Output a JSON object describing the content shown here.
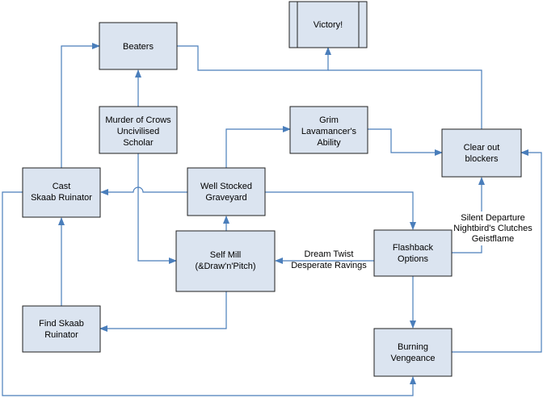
{
  "nodes": {
    "victory": [
      "Victory!"
    ],
    "beaters": [
      "Beaters"
    ],
    "murder": [
      "Murder of Crows",
      "Uncivilised",
      "Scholar"
    ],
    "grim": [
      "Grim",
      "Lavamancer's",
      "Ability"
    ],
    "clear": [
      "Clear out",
      "blockers"
    ],
    "cast": [
      "Cast",
      "Skaab Ruinator"
    ],
    "well": [
      "Well Stocked",
      "Graveyard"
    ],
    "flashback": [
      "Flashback",
      "Options"
    ],
    "self_mill": [
      "Self Mill",
      "(&Draw'n'Pitch)"
    ],
    "find": [
      "Find Skaab",
      "Ruinator"
    ],
    "burning": [
      "Burning",
      "Vengeance"
    ]
  },
  "edge_labels": {
    "flashback_to_self_mill": [
      "Dream Twist",
      "Desperate Ravings"
    ],
    "flashback_to_clear": [
      "Silent Departure",
      "Nightbird's Clutches",
      "Geistflame"
    ]
  },
  "colors": {
    "box_fill": "#dbe4f0",
    "box_stroke": "#1f1f1f",
    "arrow": "#4a7ebb"
  }
}
